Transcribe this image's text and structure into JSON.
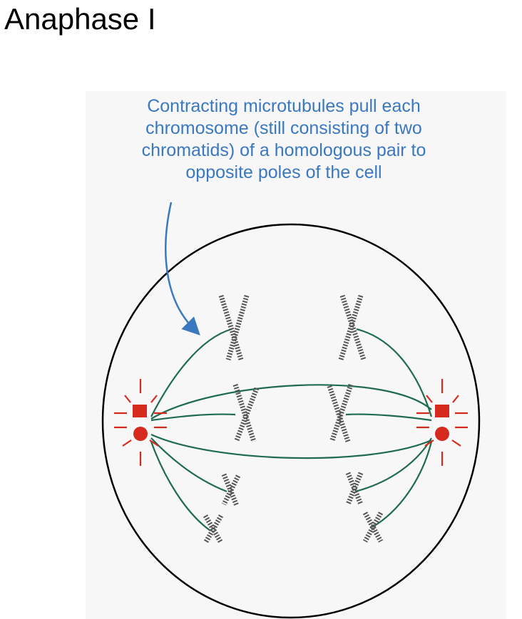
{
  "title": "Anaphase I",
  "annotation": {
    "lines": [
      "Contracting microtubules pull each",
      "chromosome (still consisting of two",
      "chromatids) of a homologous pair to",
      "opposite poles of the cell"
    ]
  },
  "colors": {
    "annotation_text": "#3a78c0",
    "arrow": "#3a78c0",
    "cell_outline": "#000000",
    "spindle_fiber": "#1e6b4e",
    "centrosome": "#d62a1f",
    "chromosome": "#555555"
  }
}
